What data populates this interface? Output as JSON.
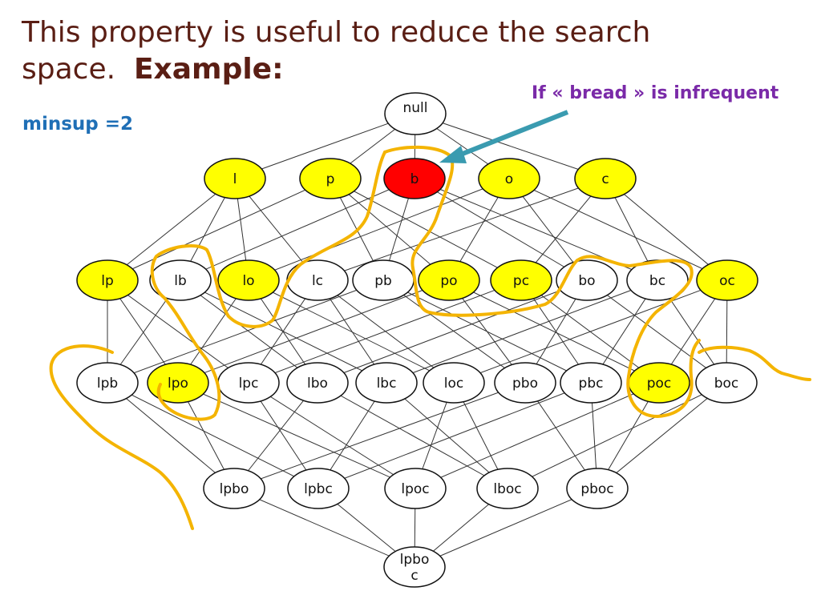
{
  "title": {
    "line1": "This property is useful to reduce the search",
    "line2": "space.",
    "bold": "Example:"
  },
  "minsup": "minsup =2",
  "callout": "If « bread » is infrequent",
  "colors": {
    "frequent": "#ffff00",
    "infrequent": "#ff0000",
    "other": "#ffffff",
    "pruning_mark": "#f4b400",
    "arrow": "#3a9bb0"
  },
  "nodes": [
    {
      "id": "null",
      "label": "null",
      "level": 0,
      "status": "other"
    },
    {
      "id": "l",
      "label": "l",
      "level": 1,
      "status": "frequent"
    },
    {
      "id": "p",
      "label": "p",
      "level": 1,
      "status": "frequent"
    },
    {
      "id": "b",
      "label": "b",
      "level": 1,
      "status": "infrequent"
    },
    {
      "id": "o",
      "label": "o",
      "level": 1,
      "status": "frequent"
    },
    {
      "id": "c",
      "label": "c",
      "level": 1,
      "status": "frequent"
    },
    {
      "id": "lp",
      "label": "lp",
      "level": 2,
      "status": "frequent"
    },
    {
      "id": "lb",
      "label": "lb",
      "level": 2,
      "status": "other"
    },
    {
      "id": "lo",
      "label": "lo",
      "level": 2,
      "status": "frequent"
    },
    {
      "id": "lc",
      "label": "lc",
      "level": 2,
      "status": "other"
    },
    {
      "id": "pb",
      "label": "pb",
      "level": 2,
      "status": "other"
    },
    {
      "id": "po",
      "label": "po",
      "level": 2,
      "status": "frequent"
    },
    {
      "id": "pc",
      "label": "pc",
      "level": 2,
      "status": "frequent"
    },
    {
      "id": "bo",
      "label": "bo",
      "level": 2,
      "status": "other"
    },
    {
      "id": "bc",
      "label": "bc",
      "level": 2,
      "status": "other"
    },
    {
      "id": "oc",
      "label": "oc",
      "level": 2,
      "status": "frequent"
    },
    {
      "id": "lpb",
      "label": "lpb",
      "level": 3,
      "status": "other"
    },
    {
      "id": "lpo",
      "label": "lpo",
      "level": 3,
      "status": "frequent"
    },
    {
      "id": "lpc",
      "label": "lpc",
      "level": 3,
      "status": "other"
    },
    {
      "id": "lbo",
      "label": "lbo",
      "level": 3,
      "status": "other"
    },
    {
      "id": "lbc",
      "label": "lbc",
      "level": 3,
      "status": "other"
    },
    {
      "id": "loc",
      "label": "loc",
      "level": 3,
      "status": "other"
    },
    {
      "id": "pbo",
      "label": "pbo",
      "level": 3,
      "status": "other"
    },
    {
      "id": "pbc",
      "label": "pbc",
      "level": 3,
      "status": "other"
    },
    {
      "id": "poc",
      "label": "poc",
      "level": 3,
      "status": "frequent"
    },
    {
      "id": "boc",
      "label": "boc",
      "level": 3,
      "status": "other"
    },
    {
      "id": "lpbo",
      "label": "lpbo",
      "level": 4,
      "status": "other"
    },
    {
      "id": "lpbc",
      "label": "lpbc",
      "level": 4,
      "status": "other"
    },
    {
      "id": "lpoc",
      "label": "lpoc",
      "level": 4,
      "status": "other"
    },
    {
      "id": "lboc",
      "label": "lboc",
      "level": 4,
      "status": "other"
    },
    {
      "id": "pboc",
      "label": "pboc",
      "level": 4,
      "status": "other"
    },
    {
      "id": "lpboc",
      "label": "lpboc",
      "level": 5,
      "status": "other"
    }
  ]
}
